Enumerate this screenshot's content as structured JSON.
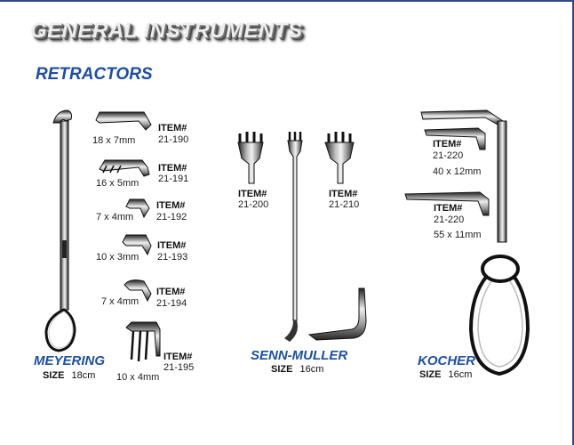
{
  "header": {
    "title": "GENERAL INSTRUMENTS"
  },
  "section": {
    "title": "RETRACTORS"
  },
  "labels": {
    "item": "ITEM#",
    "size": "SIZE"
  },
  "meyering": {
    "name": "MEYERING",
    "size": "18cm",
    "items": [
      {
        "dims": "18 x 7mm",
        "code": "21-190"
      },
      {
        "dims": "16 x 5mm",
        "code": "21-191"
      },
      {
        "dims": "7 x 4mm",
        "code": "21-192"
      },
      {
        "dims": "10 x 3mm",
        "code": "21-193"
      },
      {
        "dims": "7 x 4mm",
        "code": "21-194"
      },
      {
        "dims": "10 x 4mm",
        "code": "21-195"
      }
    ]
  },
  "senn_muller": {
    "name": "SENN-MULLER",
    "size": "16cm",
    "items": [
      {
        "code": "21-200"
      },
      {
        "code": "21-210"
      }
    ]
  },
  "kocher": {
    "name": "KOCHER",
    "size": "16cm",
    "items": [
      {
        "dims": "40 x 12mm",
        "code": "21-220"
      },
      {
        "dims": "55 x 11mm",
        "code": "21-220"
      }
    ]
  }
}
